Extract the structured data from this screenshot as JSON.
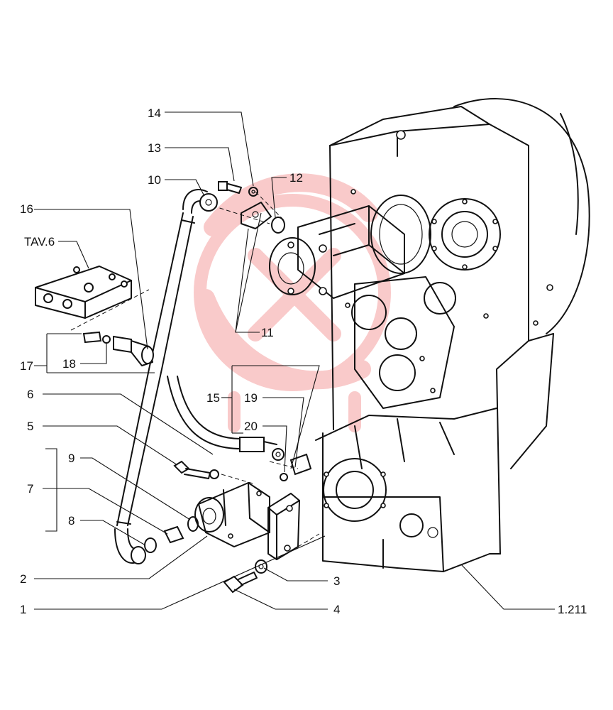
{
  "diagram": {
    "watermark": {
      "color": "#f28b8b"
    },
    "labels": {
      "n14": "14",
      "n13": "13",
      "n10": "10",
      "n12": "12",
      "n16": "16",
      "tav6": "TAV.6",
      "n17": "17",
      "n18": "18",
      "n11": "11",
      "n6": "6",
      "n15": "15",
      "n19": "19",
      "n5": "5",
      "n20": "20",
      "n9": "9",
      "n7": "7",
      "n8": "8",
      "n2": "2",
      "n3": "3",
      "n1": "1",
      "n4": "4",
      "n1211": "1.211"
    }
  }
}
